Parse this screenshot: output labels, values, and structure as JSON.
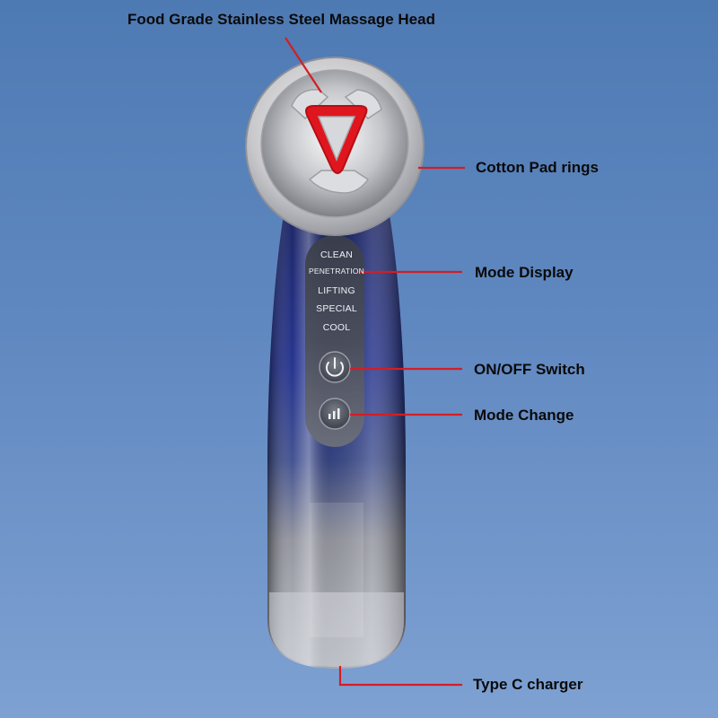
{
  "callouts": {
    "massage_head": "Food Grade Stainless Steel Massage Head",
    "cotton_pad": "Cotton Pad rings",
    "mode_display": "Mode Display",
    "on_off": "ON/OFF Switch",
    "mode_change": "Mode Change",
    "charger": "Type C charger"
  },
  "modes": [
    "CLEAN",
    "PENETRATION",
    "LIFTING",
    "SPECIAL",
    "COOL"
  ],
  "colors": {
    "background": "#5f87bf",
    "leader_line": "#d21e25",
    "body_blue": "#16206f",
    "triangle_led": "#e0161e"
  },
  "icons": [
    "power-icon",
    "signal-bars-icon"
  ]
}
